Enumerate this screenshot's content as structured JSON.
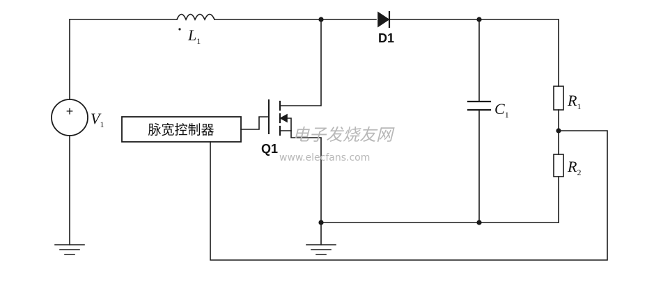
{
  "components": {
    "inductor": {
      "name": "L",
      "sub": "1"
    },
    "diode": {
      "name": "D1"
    },
    "capacitor": {
      "name": "C",
      "sub": "1"
    },
    "resistor_top": {
      "name": "R",
      "sub": "1"
    },
    "resistor_bottom": {
      "name": "R",
      "sub": "2"
    },
    "source": {
      "name": "V",
      "sub": "1",
      "polarity": "+"
    },
    "mosfet": {
      "name": "Q1"
    },
    "controller": {
      "label": "脉宽控制器"
    }
  },
  "watermark": {
    "cn": "电子发烧友网",
    "url": "www.elecfans.com"
  },
  "colors": {
    "ink": "#1a1a1a",
    "watermark": "#b8b8b8",
    "background": "#ffffff"
  }
}
